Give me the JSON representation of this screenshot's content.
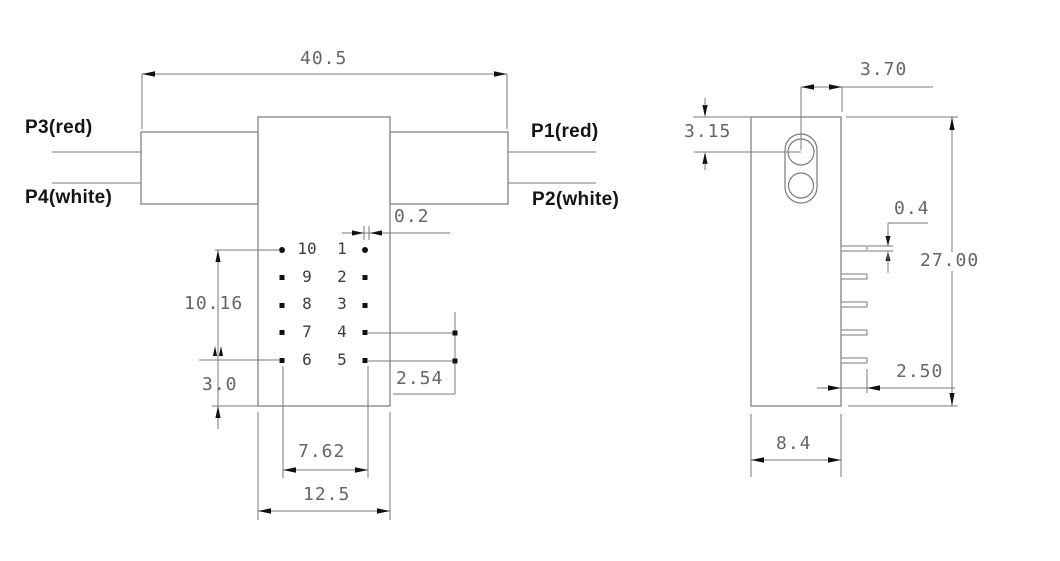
{
  "front_view": {
    "port_labels": {
      "p3": "P3(red)",
      "p4": "P4(white)",
      "p1": "P1(red)",
      "p2": "P2(white)"
    },
    "pin_numbers_left": [
      "10",
      "9",
      "8",
      "7",
      "6"
    ],
    "pin_numbers_right": [
      "1",
      "2",
      "3",
      "4",
      "5"
    ],
    "dimensions": {
      "overall_width": "40.5",
      "pin_col_offset": "0.2",
      "pin_rows_span": "10.16",
      "pins_to_bottom": "3.0",
      "pin_pitch": "2.54",
      "pin_cols_span": "7.62",
      "body_width": "12.5"
    }
  },
  "side_view": {
    "dimensions": {
      "hole_center_offset": "3.70",
      "hole_center_from_top": "3.15",
      "pin_thickness": "0.4",
      "body_height": "27.00",
      "pin_length": "2.50",
      "body_depth": "8.4"
    }
  },
  "colors": {
    "line": "#7a7a7a",
    "dimension_text": "#666666",
    "port_label_text": "#141414",
    "arrow": "#111111",
    "background": "#ffffff"
  }
}
